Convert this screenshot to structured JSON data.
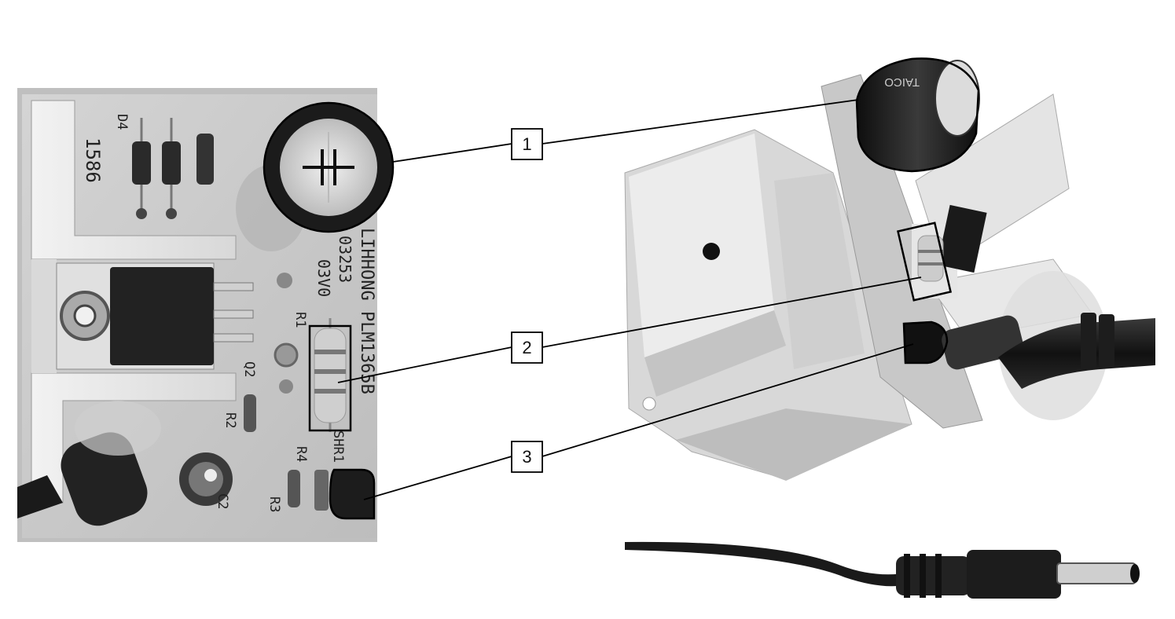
{
  "figure": {
    "callouts": [
      {
        "label": "1",
        "target": "capacitor"
      },
      {
        "label": "2",
        "target": "resistor"
      },
      {
        "label": "3",
        "target": "transistor"
      }
    ],
    "board_markings": {
      "brand_line": "LIHHONG PLM1365B",
      "code_1": "03253",
      "code_2": "03V0",
      "code_3": "1586",
      "ref_D4": "D4",
      "ref_R1": "R1",
      "ref_R2": "R2",
      "ref_R3": "R3",
      "ref_R4": "R4",
      "ref_Q2": "Q2",
      "ref_C2": "C2",
      "ref_SHR1": "SHR1",
      "cap_brand": "TAICO"
    },
    "colors": {
      "board": "#c9c9c9",
      "heatsink": "#e6e6e6",
      "component_dark": "#1e1e1e",
      "outline": "#000000"
    }
  }
}
